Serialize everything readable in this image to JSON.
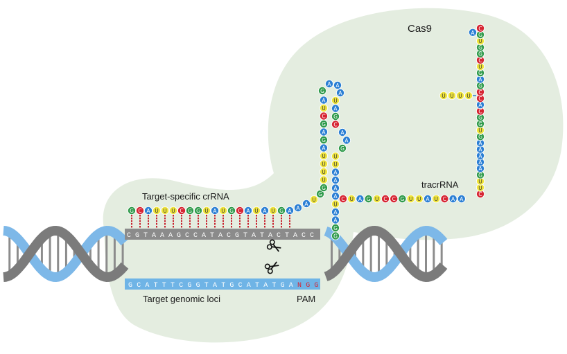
{
  "labels": {
    "cas9": "Cas9",
    "crrna": "Target-specific crRNA",
    "tracrrna": "tracrRNA",
    "genomic": "Target genomic loci",
    "pam": "PAM"
  },
  "strands": {
    "top": "CGTAAAGCCATACGTATACTACC",
    "bottom": "GCATTTCGGTATGCATATGA",
    "pam": "NGG"
  },
  "crrna": "GCAUUUCGGUAUGCAUAUGA",
  "tracrrna": {
    "stem_left": "GUUUUAGAGCUA",
    "loop": "GAAA",
    "stem_right": "UAGCAAGUUAAAAUAAGG",
    "linker": "CUAGUCCGUUAUCAA",
    "right_column": "CUUGAAAAAGUGGCACCGAGUCGGUGC",
    "tail": "UUUU"
  },
  "colors": {
    "A": "#2b7fd4",
    "U": "#efe43c",
    "G": "#2e9a4a",
    "C": "#d62432",
    "blob": "#e4ede0",
    "top_strand": "#8b8b8b",
    "bottom_strand": "#6fb4e6",
    "pam_text": "#d62432",
    "helix_dark": "#7b7b7b",
    "helix_light": "#7db8e8"
  },
  "icons": [
    "scissors-icon",
    "scissors-icon"
  ]
}
